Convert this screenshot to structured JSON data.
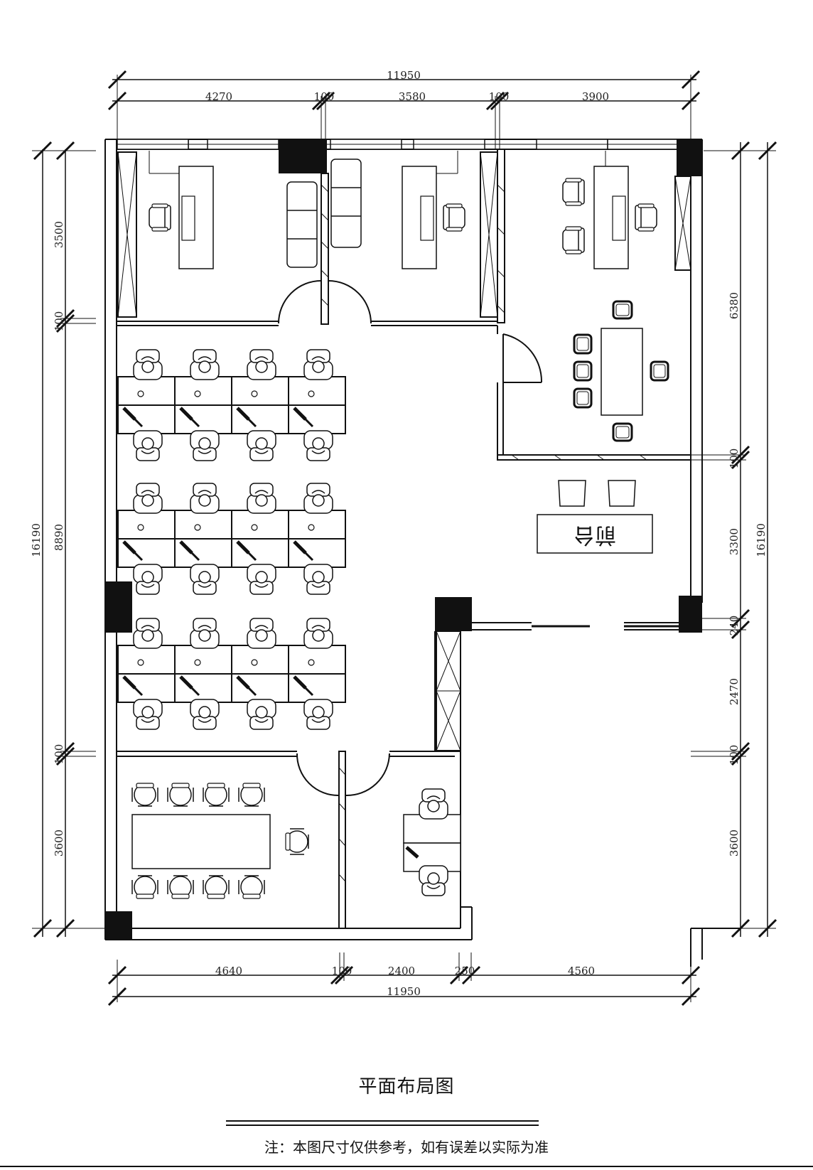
{
  "title": "平面布局图",
  "note": "注：本图尺寸仅供参考，如有误差以实际为准",
  "room_labels": {
    "reception_desk": "前台"
  },
  "dimensions": {
    "top_total": "11950",
    "top_1": "4270",
    "top_2": "100",
    "top_3": "3580",
    "top_4": "100",
    "top_5": "3900",
    "bottom_total": "11950",
    "bottom_1": "4640",
    "bottom_2": "100",
    "bottom_3": "2400",
    "bottom_4": "250",
    "bottom_5": "4560",
    "left_total": "16190",
    "left_1": "3500",
    "left_2": "100",
    "left_3": "8890",
    "left_4": "100",
    "left_5": "3600",
    "right_total": "16190",
    "right_1": "6380",
    "right_2": "100",
    "right_3": "3300",
    "right_4": "240",
    "right_5": "2470",
    "right_6": "100",
    "right_7": "3600"
  }
}
